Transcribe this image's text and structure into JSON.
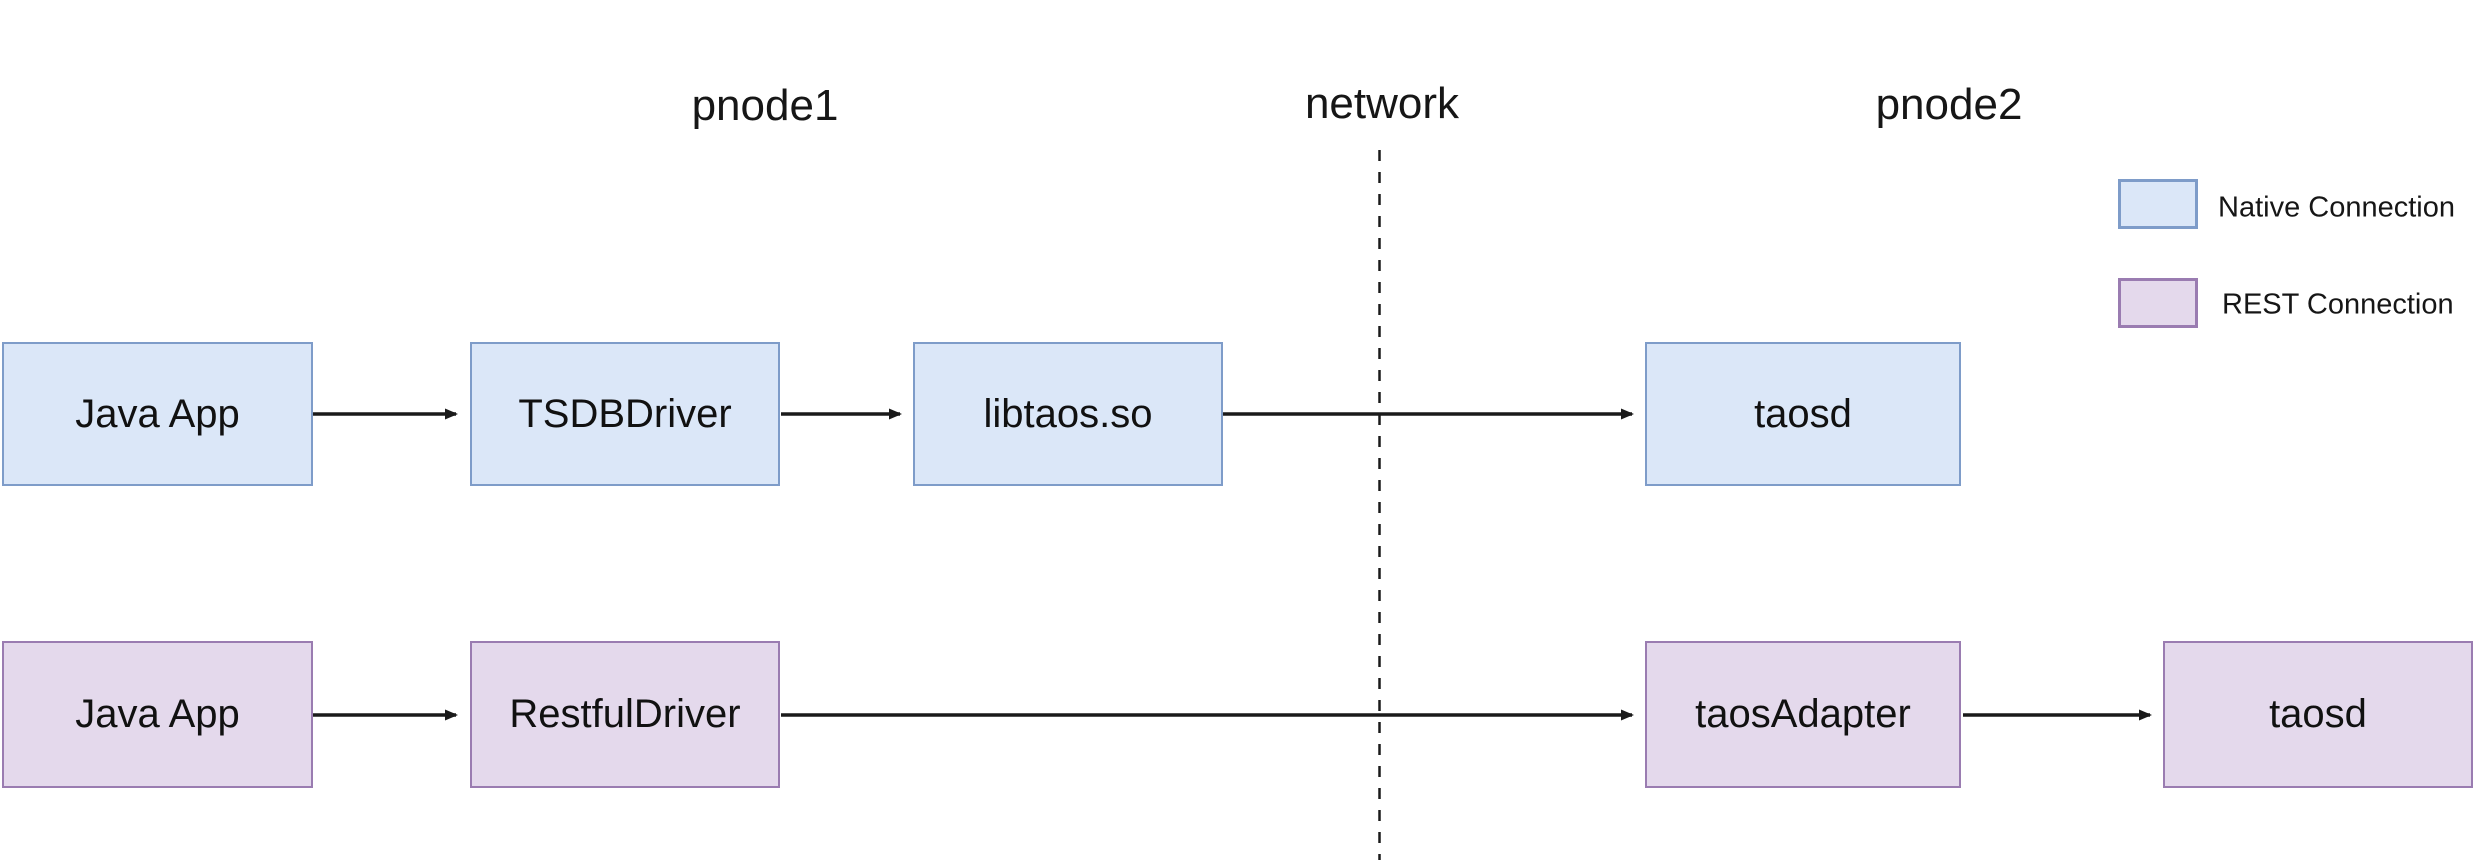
{
  "diagram": {
    "title_labels": {
      "pnode1": "pnode1",
      "network": "network",
      "pnode2": "pnode2"
    },
    "colors": {
      "native_fill": "#dbe7f8",
      "native_border": "#7e9cc9",
      "rest_fill": "#e4d9ec",
      "rest_border": "#9a7cb1",
      "arrow": "#1a1a1a",
      "background": "#ffffff"
    },
    "rows": {
      "native": {
        "connection_type": "Native Connection",
        "nodes": [
          {
            "label": "Java App"
          },
          {
            "label": "TSDBDriver"
          },
          {
            "label": "libtaos.so"
          },
          {
            "label": "taosd"
          }
        ]
      },
      "rest": {
        "connection_type": "REST Connection",
        "nodes": [
          {
            "label": "Java App"
          },
          {
            "label": "RestfulDriver"
          },
          {
            "label": "taosAdapter"
          },
          {
            "label": "taosd"
          }
        ]
      }
    },
    "legend": {
      "items": [
        {
          "label": "Native Connection",
          "color": "#dbe7f8"
        },
        {
          "label": "REST Connection",
          "color": "#e4d9ec"
        }
      ]
    }
  }
}
